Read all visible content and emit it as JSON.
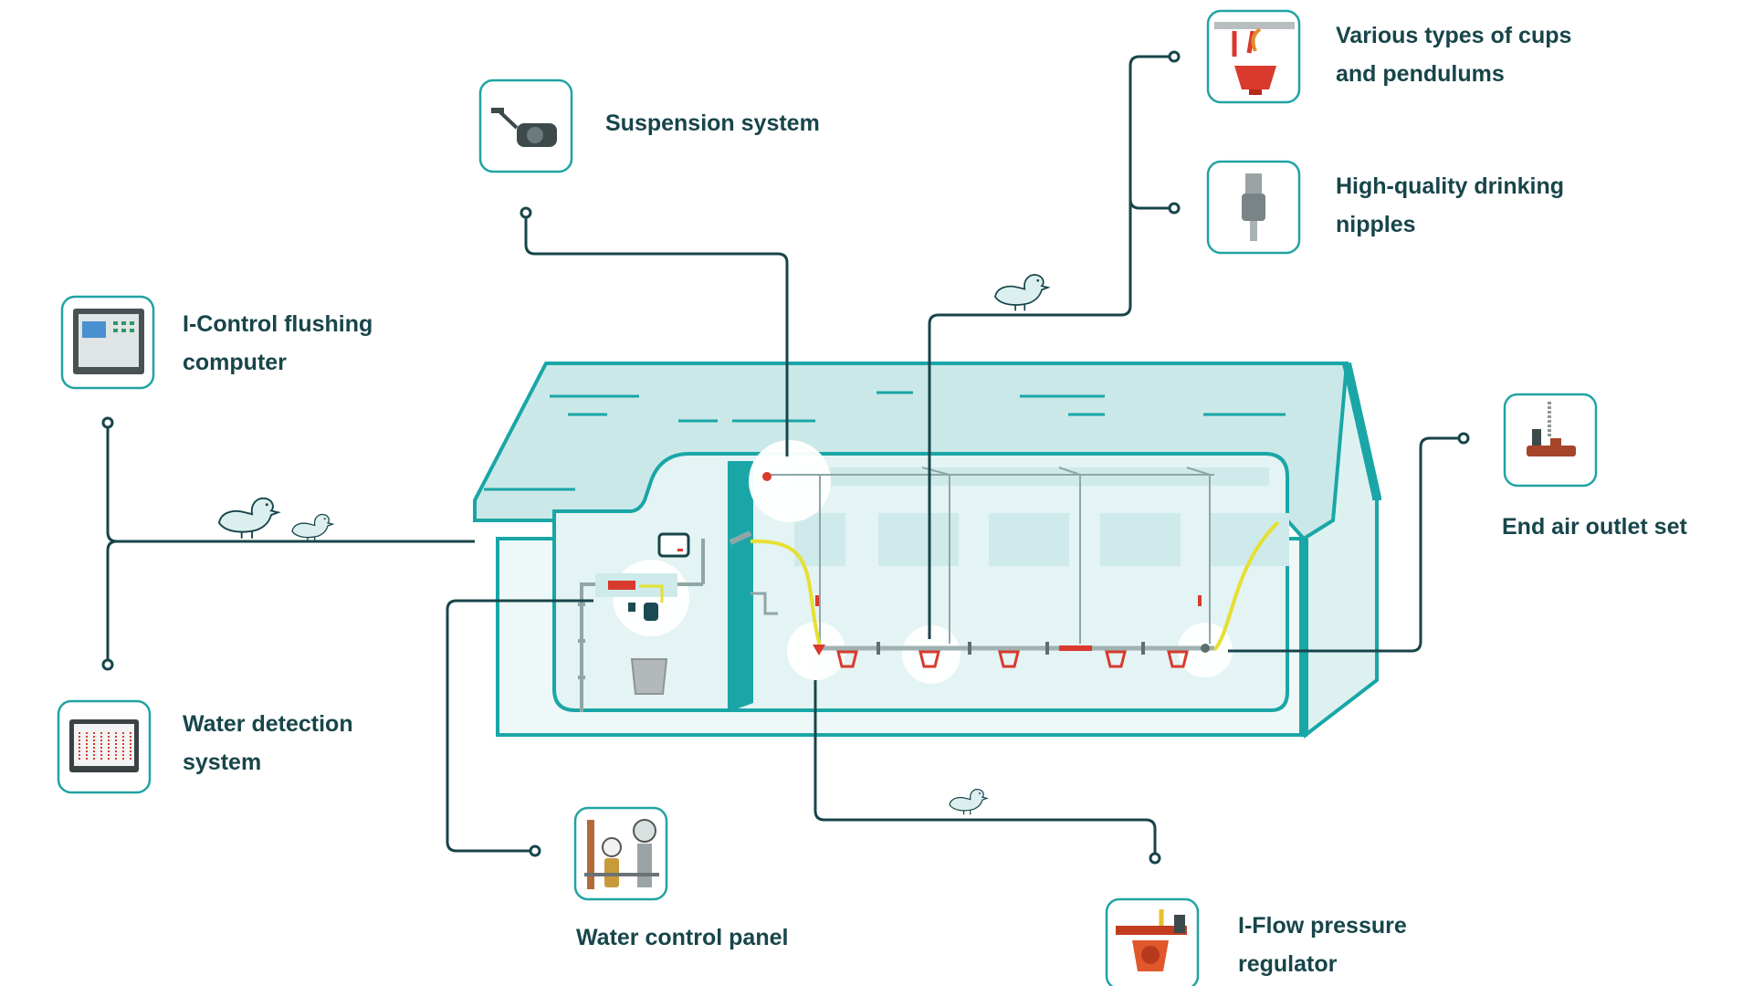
{
  "colors": {
    "line": "#17454a",
    "teal": "#1aa6a6",
    "teal_light": "#d4ecec",
    "teal_mid": "#a9dede",
    "label": "#17454a",
    "accent_red": "#d83a2d",
    "hose_yellow": "#e6e030",
    "card_border": "#21a3a3"
  },
  "components": [
    {
      "id": "suspension",
      "icon": "winch-icon",
      "lines": [
        "Suspension system"
      ]
    },
    {
      "id": "cups",
      "icon": "red-cup-pendulum-icon",
      "lines": [
        "Various types of cups",
        "and pendulums"
      ]
    },
    {
      "id": "nipples",
      "icon": "drinking-nipple-icon",
      "lines": [
        "High-quality drinking",
        "nipples"
      ]
    },
    {
      "id": "icontrol",
      "icon": "control-computer-icon",
      "lines": [
        "I-Control flushing",
        "computer"
      ]
    },
    {
      "id": "endair",
      "icon": "air-outlet-icon",
      "lines": [
        "End air outlet set"
      ]
    },
    {
      "id": "waterdetect",
      "icon": "water-monitor-icon",
      "lines": [
        "Water detection",
        "system"
      ]
    },
    {
      "id": "waterpanel",
      "icon": "water-meter-icon",
      "lines": [
        "Water control panel"
      ]
    },
    {
      "id": "iflow",
      "icon": "pressure-regulator-icon",
      "lines": [
        "I-Flow pressure",
        "regulator"
      ]
    }
  ]
}
